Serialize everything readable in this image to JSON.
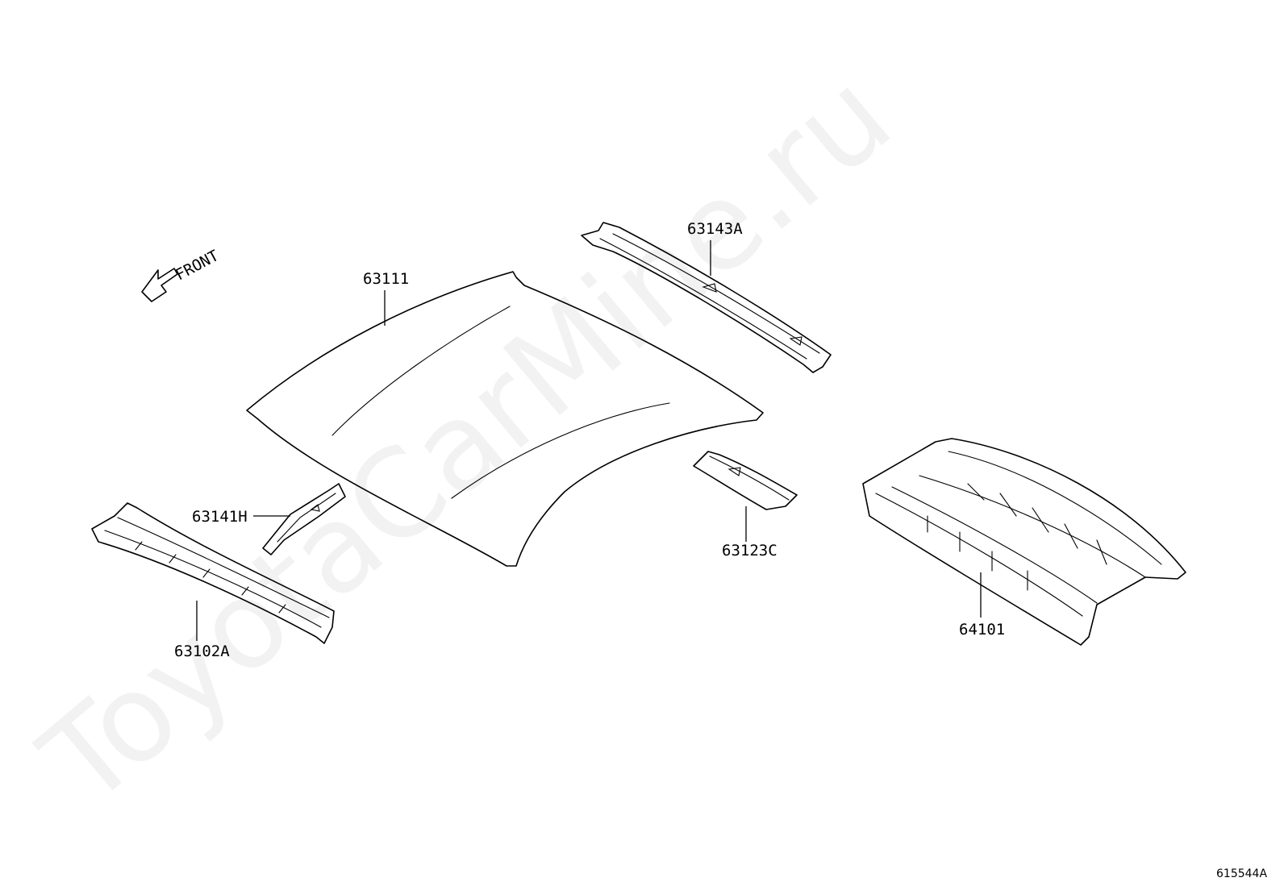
{
  "diagram": {
    "front_label": "FRONT",
    "watermark": "ToyotaCarMine.ru",
    "diagram_code": "615544A",
    "parts": [
      {
        "id": "roof-panel",
        "number": "63111"
      },
      {
        "id": "roof-rail-rear",
        "number": "63143A"
      },
      {
        "id": "roof-reinforcement-center",
        "number": "63141H"
      },
      {
        "id": "roof-reinforcement-rear",
        "number": "63123C"
      },
      {
        "id": "windshield-header-panel",
        "number": "63102A"
      },
      {
        "id": "rear-package-tray-panel",
        "number": "64101"
      }
    ]
  }
}
